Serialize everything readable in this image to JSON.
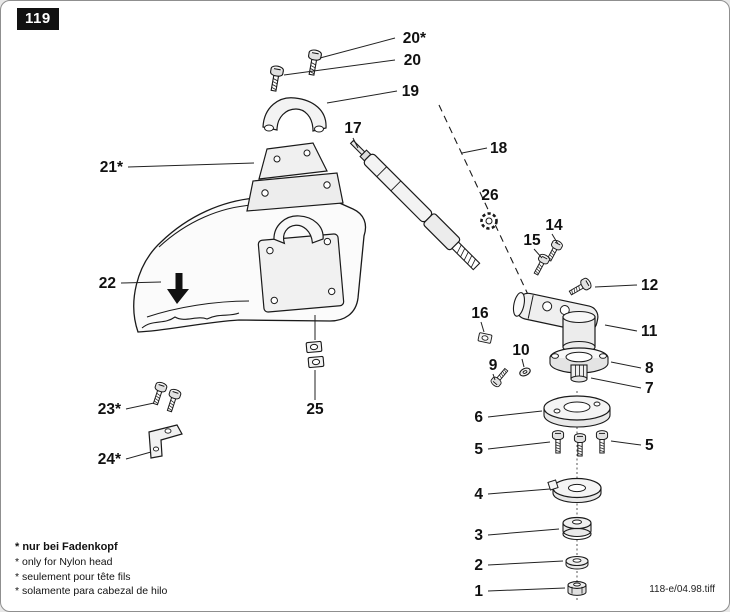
{
  "page": {
    "badge": "119",
    "file_ref": "118-e/04.98.tiff"
  },
  "callouts": {
    "n20s": "20*",
    "n20": "20",
    "n19": "19",
    "n17": "17",
    "n18": "18",
    "n26": "26",
    "n14": "14",
    "n15": "15",
    "n12": "12",
    "n11": "11",
    "n8": "8",
    "n7": "7",
    "n6": "6",
    "n5a": "5",
    "n5b": "5",
    "n4": "4",
    "n3": "3",
    "n2": "2",
    "n1": "1",
    "n16": "16",
    "n9": "9",
    "n10": "10",
    "n21s": "21*",
    "n22": "22",
    "n23s": "23*",
    "n24s": "24*",
    "n25": "25"
  },
  "footnotes": {
    "de": "* nur bei Fadenkopf",
    "en": "* only for Nylon head",
    "fr": "* seulement pour tête fils",
    "es": "* solamente para cabezal de hilo"
  }
}
